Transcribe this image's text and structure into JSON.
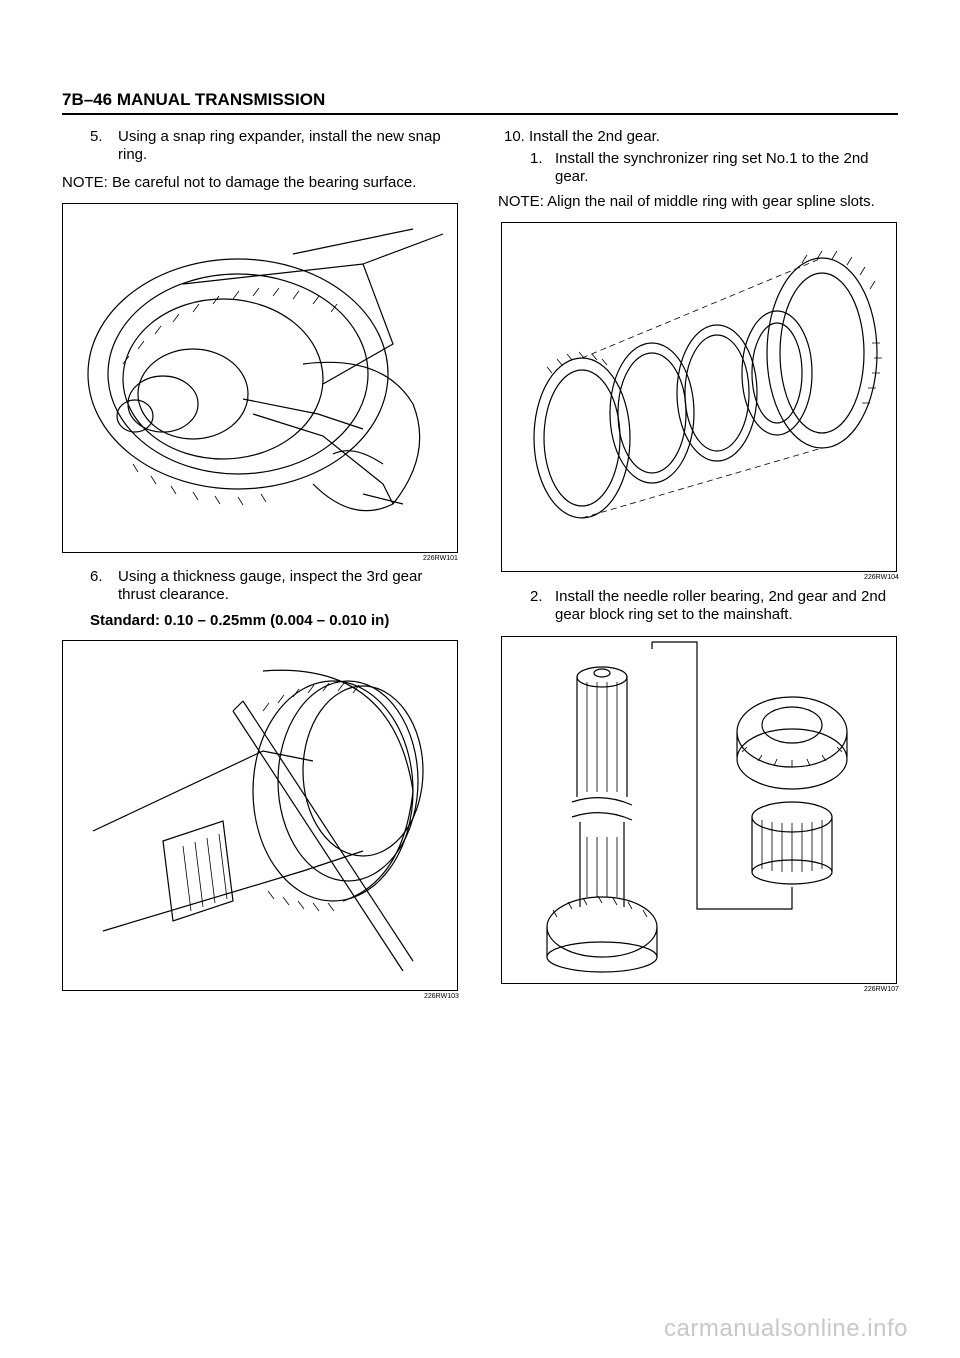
{
  "page": {
    "header": "7B–46  MANUAL TRANSMISSION",
    "footer": "carmanualsonline.info"
  },
  "left": {
    "step5_num": "5.",
    "step5_line1": "Using a snap ring expander, install the new snap",
    "step5_line2": "ring.",
    "note1": "NOTE:  Be careful not to damage the bearing surface.",
    "fig1_caption": "226RW101",
    "step6_num": "6.",
    "step6_line1": "Using  a  thickness  gauge,  inspect  the  3rd  gear",
    "step6_line2": "thrust clearance.",
    "standard": "Standard: 0.10 – 0.25mm (0.004 – 0.010 in)",
    "fig2_caption": "226RW103"
  },
  "right": {
    "step10": "10. Install the 2nd gear.",
    "sub1_num": "1.",
    "sub1_line1": "Install  the  synchronizer  ring  set  No.1  to  the  2nd",
    "sub1_line2": "gear.",
    "note2": "NOTE:  Align the nail of middle ring with gear spline slots.",
    "fig3_caption": "226RW104",
    "sub2_num": "2.",
    "sub2_line1": "Install the needle roller bearing, 2nd gear and 2nd",
    "sub2_line2": "gear block ring set to the mainshaft.",
    "fig4_caption": "226RW107"
  }
}
